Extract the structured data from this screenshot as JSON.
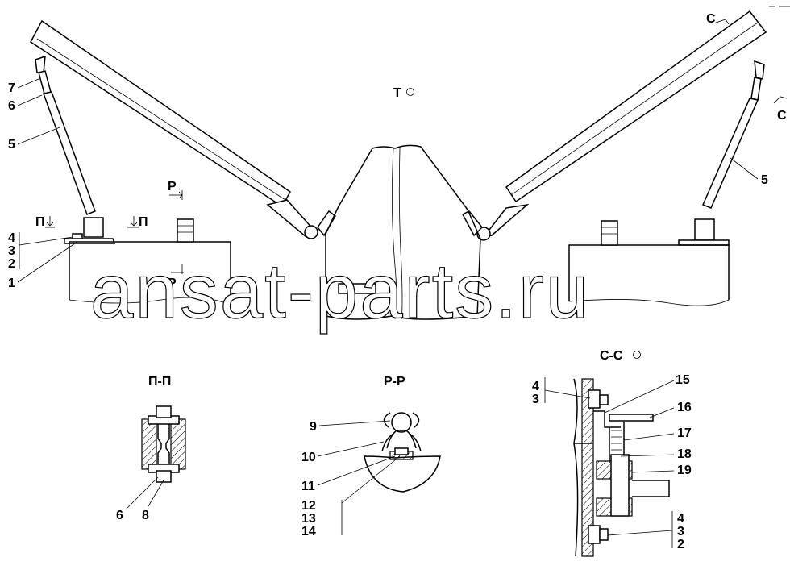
{
  "main_view": {
    "view_mark": "Т",
    "section_marks": {
      "c_top": "C",
      "c_bottom": "C",
      "p_left": "П",
      "p_right": "П",
      "r_top": "Р",
      "r_bottom": "Р"
    },
    "callouts": [
      "7",
      "6",
      "5",
      "4",
      "3",
      "2",
      "1",
      "5"
    ]
  },
  "section_pp": {
    "title": "П-П",
    "callouts": [
      "6",
      "8"
    ]
  },
  "section_rr": {
    "title": "Р-Р",
    "callouts": [
      "9",
      "10",
      "11",
      "12",
      "13",
      "14"
    ]
  },
  "section_cc": {
    "title": "С-С",
    "callouts": [
      "4",
      "3",
      "15",
      "16",
      "17",
      "18",
      "19",
      "4",
      "3",
      "2"
    ]
  },
  "watermark": "ansat-parts.ru"
}
